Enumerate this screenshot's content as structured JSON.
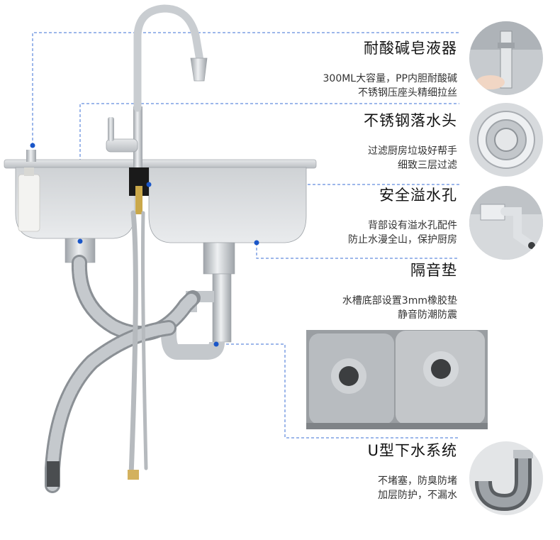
{
  "features": [
    {
      "id": "soap-dispenser",
      "title": "耐酸碱皂液器",
      "desc": [
        "300ML大容量，PP内胆耐酸碱",
        "不锈钢压座头精细拉丝"
      ],
      "icon": "soap-dispenser-icon"
    },
    {
      "id": "strainer",
      "title": "不锈钢落水头",
      "desc": [
        "过滤厨房垃圾好帮手",
        "细致三层过滤"
      ],
      "icon": "drain-strainer-icon"
    },
    {
      "id": "overflow",
      "title": "安全溢水孔",
      "desc": [
        "背部设有溢水孔配件",
        "防止水漫全山，保护厨房"
      ],
      "icon": "overflow-hole-icon"
    },
    {
      "id": "sound-pad",
      "title": "隔音垫",
      "desc": [
        "水槽底部设置3mm橡胶垫",
        "静音防潮防震"
      ],
      "icon": "sound-pad-icon"
    },
    {
      "id": "u-drain",
      "title": "U型下水系统",
      "desc": [
        "不堵塞，防臭防堵",
        "加层防护，不漏水"
      ],
      "icon": "u-trap-icon"
    }
  ],
  "colors": {
    "accent_dot": "#1a56c8",
    "leader_line": "#3b6fd6",
    "steel_light": "#d9dcdf",
    "steel_dark": "#8f9499",
    "title_text": "#111111",
    "desc_text": "#333333"
  }
}
